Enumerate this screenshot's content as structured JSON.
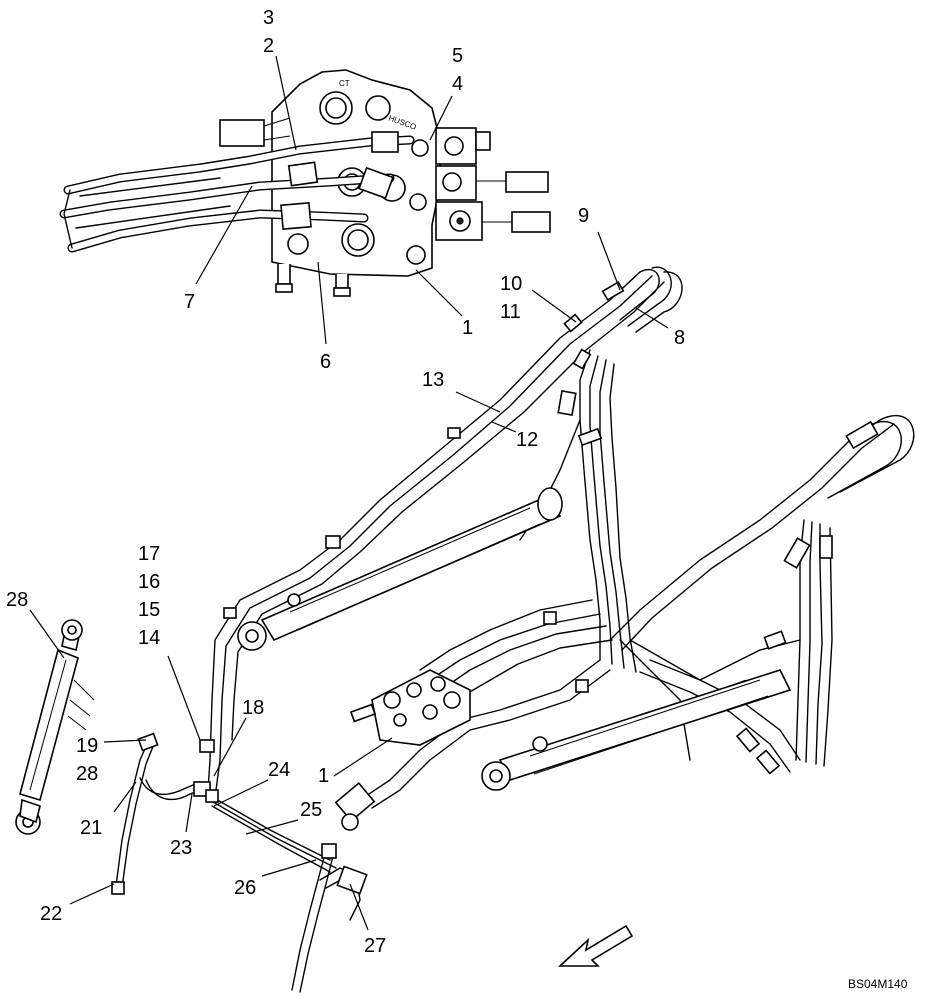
{
  "diagram": {
    "drawing_code": "BS04M140",
    "valve_stamps": [
      "CT",
      "HUSCO"
    ]
  },
  "callouts": [
    {
      "id": "c1a",
      "label": "1"
    },
    {
      "id": "c1b",
      "label": "1"
    },
    {
      "id": "c2",
      "label": "2"
    },
    {
      "id": "c3",
      "label": "3"
    },
    {
      "id": "c4",
      "label": "4"
    },
    {
      "id": "c5",
      "label": "5"
    },
    {
      "id": "c6",
      "label": "6"
    },
    {
      "id": "c7",
      "label": "7"
    },
    {
      "id": "c8",
      "label": "8"
    },
    {
      "id": "c9",
      "label": "9"
    },
    {
      "id": "c10",
      "label": "10"
    },
    {
      "id": "c11",
      "label": "11"
    },
    {
      "id": "c12",
      "label": "12"
    },
    {
      "id": "c13",
      "label": "13"
    },
    {
      "id": "c14",
      "label": "14"
    },
    {
      "id": "c15",
      "label": "15"
    },
    {
      "id": "c16",
      "label": "16"
    },
    {
      "id": "c17",
      "label": "17"
    },
    {
      "id": "c18",
      "label": "18"
    },
    {
      "id": "c19",
      "label": "19"
    },
    {
      "id": "c21",
      "label": "21"
    },
    {
      "id": "c22",
      "label": "22"
    },
    {
      "id": "c23",
      "label": "23"
    },
    {
      "id": "c24",
      "label": "24"
    },
    {
      "id": "c25",
      "label": "25"
    },
    {
      "id": "c26",
      "label": "26"
    },
    {
      "id": "c27",
      "label": "27"
    },
    {
      "id": "c28a",
      "label": "28"
    },
    {
      "id": "c28b",
      "label": "28"
    }
  ]
}
